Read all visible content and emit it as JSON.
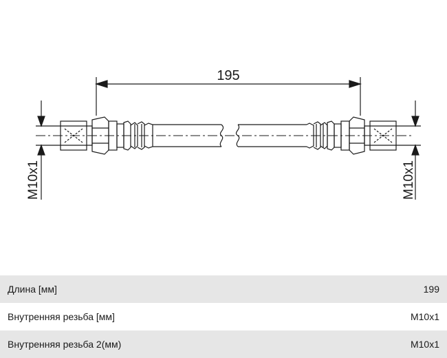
{
  "drawing": {
    "dimension_length": "195",
    "left_thread_label": "M10x1",
    "right_thread_label": "M10x1"
  },
  "specs": {
    "rows": [
      {
        "label": "Длина [мм]",
        "value": "199"
      },
      {
        "label": "Внутренняя резьба [мм]",
        "value": "M10x1"
      },
      {
        "label": "Внутренняя резьба 2(мм)",
        "value": "M10x1"
      }
    ]
  },
  "colors": {
    "line": "#1a1a1a",
    "row_shade": "#e6e6e6"
  }
}
